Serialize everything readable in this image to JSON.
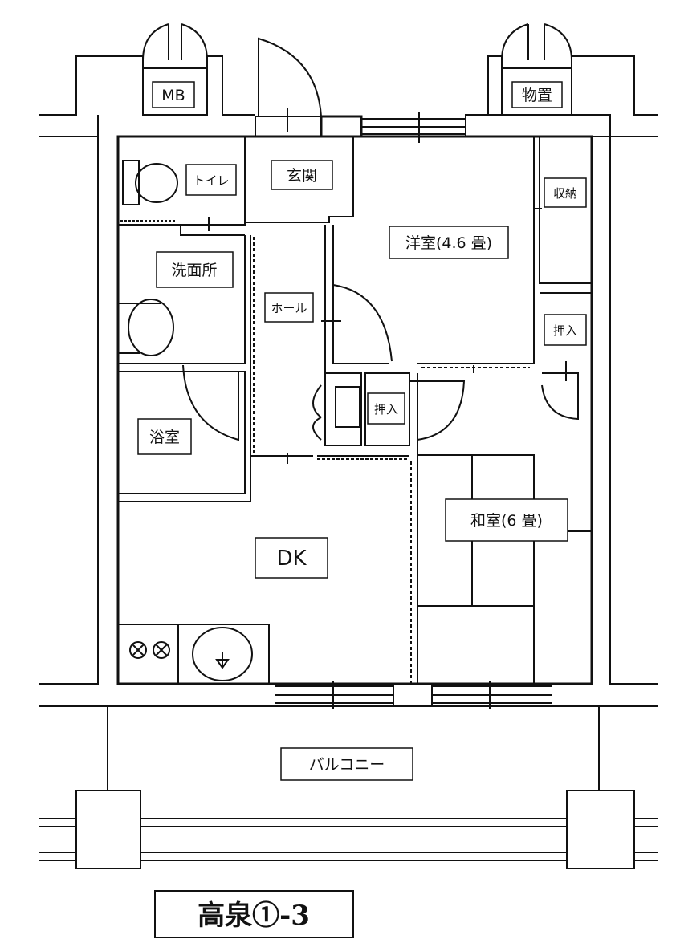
{
  "plan": {
    "rooms": {
      "mb": "MB",
      "storage_outdoor": "物置",
      "genkan": "玄関",
      "toilet": "トイレ",
      "shuno": "収納",
      "yoshitsu": "洋室(4.6 畳)",
      "senmenjo": "洗面所",
      "hall": "ホール",
      "oshiire_right": "押入",
      "oshiire_center": "押入",
      "yokushitsu": "浴室",
      "washitsu": "和室(6 畳)",
      "dk": "DK",
      "balcony": "バルコニー"
    },
    "title": "高泉①-3"
  }
}
